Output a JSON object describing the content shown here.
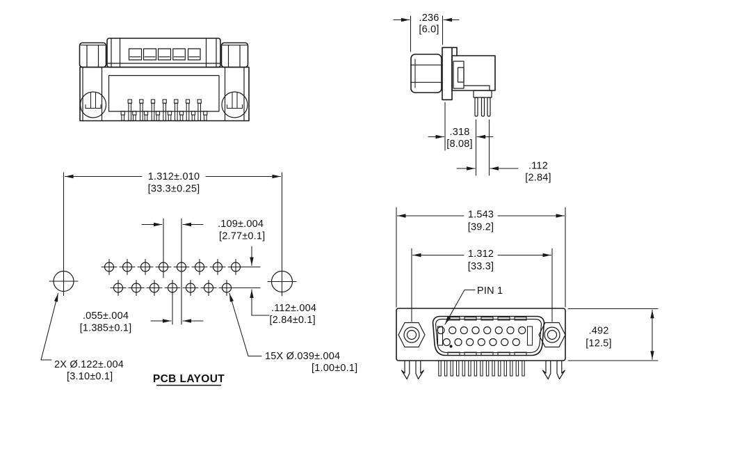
{
  "page": {
    "background": "#ffffff",
    "line_color": "#1a1a1a",
    "description": "Engineering drawing, 15-position right-angle D-sub connector, four views"
  },
  "labels": {
    "pcb_layout_title": "PCB LAYOUT",
    "pin1": "PIN 1"
  },
  "dims": {
    "hex_thickness": {
      "inch": ".236",
      "mm": "[6.0]"
    },
    "flange_to_pins": {
      "inch": ".318",
      "mm": "[8.08]"
    },
    "row_pitch_side": {
      "inch": ".112",
      "mm": "[2.84]"
    },
    "mount_span_pcb": {
      "inch": "1.312±.010",
      "mm": "[33.3±0.25]"
    },
    "pin_pitch": {
      "inch": ".109±.004",
      "mm": "[2.77±0.1]"
    },
    "row_offset": {
      "inch": ".055±.004",
      "mm": "[1.385±0.1]"
    },
    "row_spacing": {
      "inch": ".112±.004",
      "mm": "[2.84±0.1]"
    },
    "mount_hole_dia": {
      "inch": "2X Ø.122±.004",
      "mm": "[3.10±0.1]"
    },
    "pin_hole_dia": {
      "inch": "15X Ø.039±.004",
      "mm": "[1.00±0.1]"
    },
    "shell_width": {
      "inch": "1.543",
      "mm": "[39.2]"
    },
    "mount_span_front": {
      "inch": "1.312",
      "mm": "[33.3]"
    },
    "body_height": {
      "inch": ".492",
      "mm": "[12.5]"
    }
  }
}
